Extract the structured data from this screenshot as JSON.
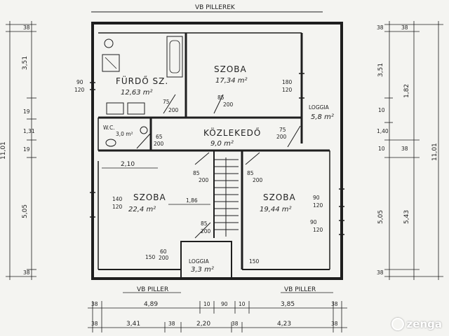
{
  "beams": {
    "top": "VB PILLEREK",
    "bottom_left": "VB PILLER",
    "bottom_right": "VB PILLER"
  },
  "rooms": {
    "bath_name": "FÜRDŐ SZ.",
    "bath_area": "12,63 m²",
    "szoba1_name": "SZOBA",
    "szoba1_area": "17,34 m²",
    "loggia1_name": "LOGGIA",
    "loggia1_area": "5,8 m²",
    "wc_name": "W.C.",
    "wc_area": "3,0 m²",
    "hall_name": "KÖZLEKEDŐ",
    "hall_area": "9,0 m²",
    "szoba2_name": "SZOBA",
    "szoba2_area": "22,4 m²",
    "szoba3_name": "SZOBA",
    "szoba3_area": "19,44 m²",
    "loggia2_name": "LOGGIA",
    "loggia2_area": "3,3 m²"
  },
  "openings": {
    "bath_win_a": "90",
    "bath_win_b": "120",
    "szoba1_win_a": "180",
    "szoba1_win_b": "120",
    "bath_door_a": "75",
    "bath_door_b": "200",
    "szoba1_door_a": "85",
    "szoba1_door_b": "200",
    "wc_door_a": "65",
    "wc_door_b": "200",
    "loggia1_door_a": "75",
    "loggia1_door_b": "200",
    "szoba2_door_a": "85",
    "szoba2_door_b": "200",
    "szoba3_door_a": "85",
    "szoba3_door_b": "200",
    "szoba2_win_a": "140",
    "szoba2_win_b": "120",
    "szoba3_win1_a": "90",
    "szoba3_win1_b": "120",
    "szoba3_win2_a": "90",
    "szoba3_win2_b": "120",
    "loggia2_door_a": "85",
    "loggia2_door_b": "200",
    "loggia2_win_a": "60",
    "loggia2_win_b": "200",
    "loggia2_rail_left": "150",
    "loggia2_rail_right": "150",
    "inner_dim": "2,10",
    "stair_dim": "1,86"
  },
  "dims": {
    "left_total": "11,01",
    "left_parts": [
      "38",
      "3,51",
      "19",
      "1,31",
      "19",
      "5,05",
      "38"
    ],
    "right_total": "11,01",
    "right_parts_a": [
      "38",
      "3,51",
      "10",
      "1,40",
      "10",
      "5,05",
      "38"
    ],
    "right_parts_b": [
      "38",
      "1,82",
      "38",
      "5,43"
    ],
    "bottom_row1": [
      "38",
      "4,89",
      "10",
      "90",
      "10",
      "3,85",
      "38"
    ],
    "bottom_row2": [
      "38",
      "3,41",
      "38",
      "2,20",
      "38",
      "4,23",
      "38"
    ]
  },
  "watermark": "zenga",
  "colors": {
    "paper": "#f4f4f1",
    "ink": "#1e1e1e"
  }
}
